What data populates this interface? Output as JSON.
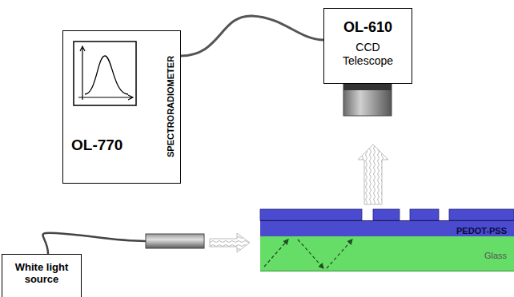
{
  "diagram": {
    "nodes": [
      {
        "text": [
          "OL-770",
          "SPECTRORADIOMETER"
        ]
      },
      {
        "text": [
          "OL-610",
          "CCD Telescope"
        ]
      },
      {
        "text": [
          "White light source"
        ]
      },
      {
        "text": [
          "PEDOT-PSS"
        ]
      },
      {
        "text": [
          "Glass"
        ]
      }
    ],
    "edges": [
      {
        "from": 0,
        "to": 1,
        "arrow": "none"
      }
    ]
  }
}
